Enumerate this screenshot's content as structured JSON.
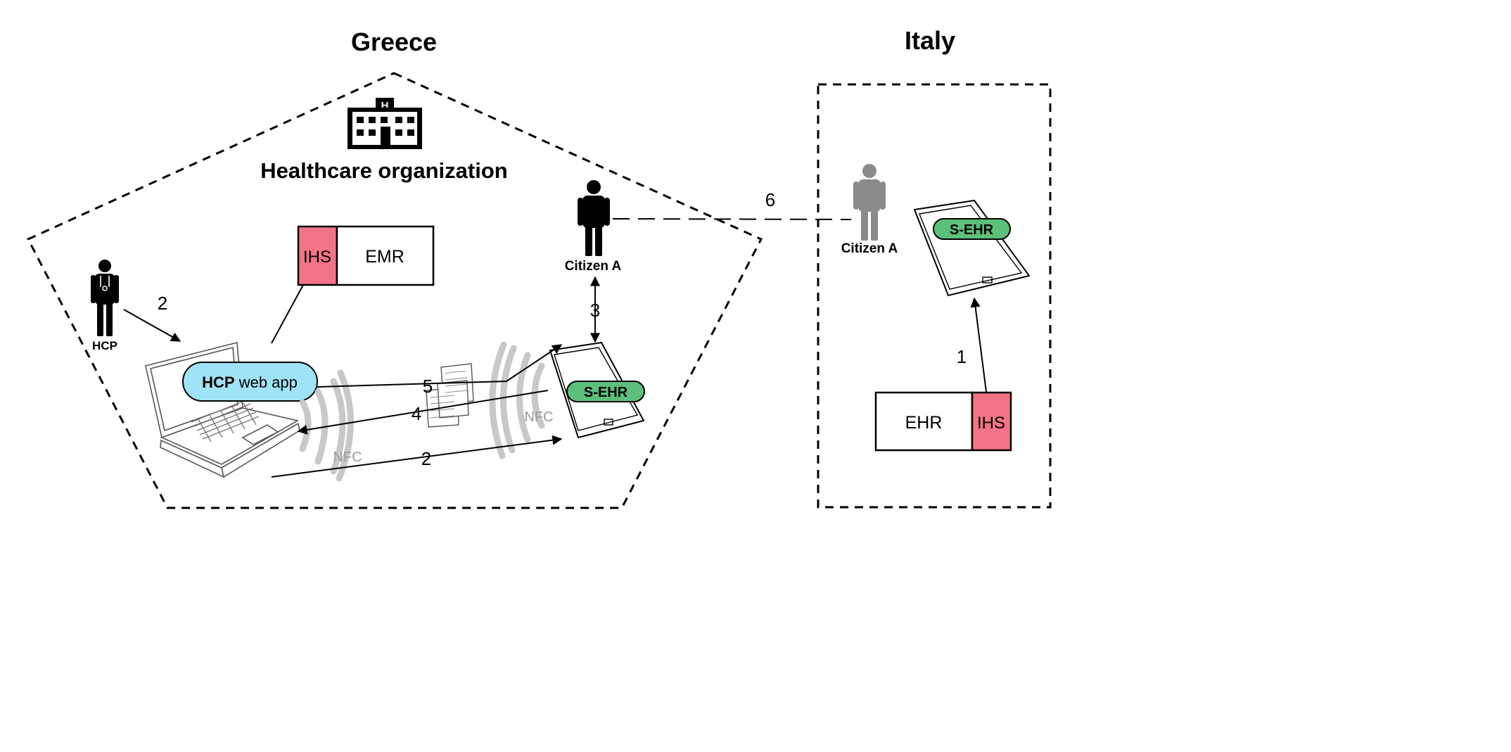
{
  "regions": {
    "greece": "Greece",
    "italy": "Italy"
  },
  "org": {
    "label": "Healthcare organization",
    "icon": "hospital-building-icon"
  },
  "greece": {
    "ihs": "IHS",
    "emr": "EMR",
    "hcp_label": "HCP",
    "web_app_bold": "HCP",
    "web_app_rest": " web app",
    "citizen_label": "Citizen A",
    "sehr": "S-EHR",
    "nfc_laptop": "NFC",
    "nfc_phone": "NFC"
  },
  "italy": {
    "citizen_label": "Citizen A",
    "sehr": "S-EHR",
    "ehr": "EHR",
    "ihs": "IHS"
  },
  "steps": {
    "s1": "1",
    "s2_hcp": "2",
    "s2_nfc": "2",
    "s3": "3",
    "s4": "4",
    "s5": "5",
    "s6": "6"
  },
  "colors": {
    "ihs": "#f27387",
    "sehr": "#5cc07a",
    "web_app": "#9fe3f7",
    "person_greece": "#000000",
    "person_italy": "#8a8a8a",
    "nfc": "#c8c8c8"
  }
}
